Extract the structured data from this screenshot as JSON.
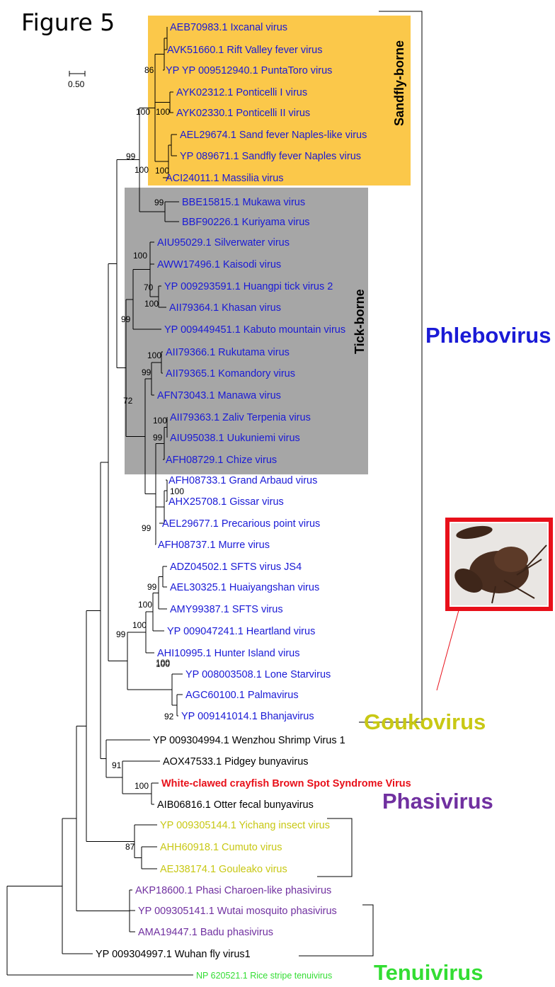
{
  "figure_title": "Figure 5",
  "scale_bar_label": "0.50",
  "colors": {
    "phlebovirus": "#1a1ad6",
    "goukovirus": "#c8c814",
    "phasivirus": "#7030a0",
    "tenuivirus": "#33dd33",
    "highlight": "#e8101a",
    "sandfly_box": "#fbc84a",
    "tick_box": "#a6a6a6",
    "other": "#000000"
  },
  "groups": {
    "sandfly": "Sandfly-borne",
    "tick": "Tick-borne"
  },
  "genera": {
    "phlebovirus": "Phlebovirus",
    "goukovirus": "Goukovirus",
    "phasivirus": "Phasivirus",
    "tenuivirus": "Tenuivirus"
  },
  "taxa": [
    "AEB70983.1 Ixcanal virus",
    "AVK51660.1 Rift Valley fever virus",
    "YP YP 009512940.1 PuntaToro virus",
    "AYK02312.1 Ponticelli I virus",
    "AYK02330.1 Ponticelli II virus",
    "AEL29674.1 Sand fever Naples-like virus",
    "YP 089671.1 Sandfly fever Naples virus",
    "ACI24011.1 Massilia virus",
    "BBE15815.1 Mukawa virus",
    "BBF90226.1 Kuriyama virus",
    "AIU95029.1 Silverwater virus",
    "AWW17496.1 Kaisodi virus",
    "YP 009293591.1 Huangpi tick virus 2",
    "AII79364.1 Khasan virus",
    "YP 009449451.1 Kabuto mountain virus",
    "AII79366.1 Rukutama virus",
    "AII79365.1 Komandory virus",
    "AFN73043.1 Manawa virus",
    "AII79363.1 Zaliv Terpenia virus",
    "AIU95038.1 Uukuniemi virus",
    "AFH08729.1 Chize virus",
    "AFH08733.1 Grand Arbaud virus",
    "AHX25708.1 Gissar virus",
    "AEL29677.1 Precarious point virus",
    "AFH08737.1 Murre virus",
    "ADZ04502.1 SFTS virus JS4",
    "AEL30325.1 Huaiyangshan virus",
    "AMY99387.1 SFTS virus",
    "YP 009047241.1 Heartland virus",
    "AHI10995.1 Hunter Island virus",
    "YP 008003508.1 Lone Starvirus",
    "AGC60100.1 Palmavirus",
    "YP 009141014.1 Bhanjavirus",
    "YP 009304994.1 Wenzhou Shrimp Virus 1",
    "AOX47533.1 Pidgey bunyavirus",
    "White-clawed crayfish Brown Spot Syndrome Virus",
    "AIB06816.1 Otter fecal bunyavirus",
    "YP 009305144.1 Yichang insect virus",
    "AHH60918.1 Cumuto virus",
    "AEJ38174.1  Gouleako virus",
    "AKP18600.1 Phasi Charoen-like phasivirus",
    "YP 009305141.1 Wutai mosquito phasivirus",
    "AMA19447.1 Badu phasivirus",
    "YP 009304997.1 Wuhan fly virus1",
    "NP 620521.1 Rice stripe tenuivirus"
  ],
  "bootstrap": [
    "86",
    "100",
    "100",
    "100",
    "99",
    "100",
    "99",
    "100",
    "70",
    "100",
    "99",
    "100",
    "99",
    "72",
    "100",
    "99",
    "100",
    "99",
    "99",
    "100",
    "100",
    "100",
    "99",
    "100",
    "92",
    "91",
    "100",
    "87"
  ],
  "photo_label": "crayfish-photo"
}
